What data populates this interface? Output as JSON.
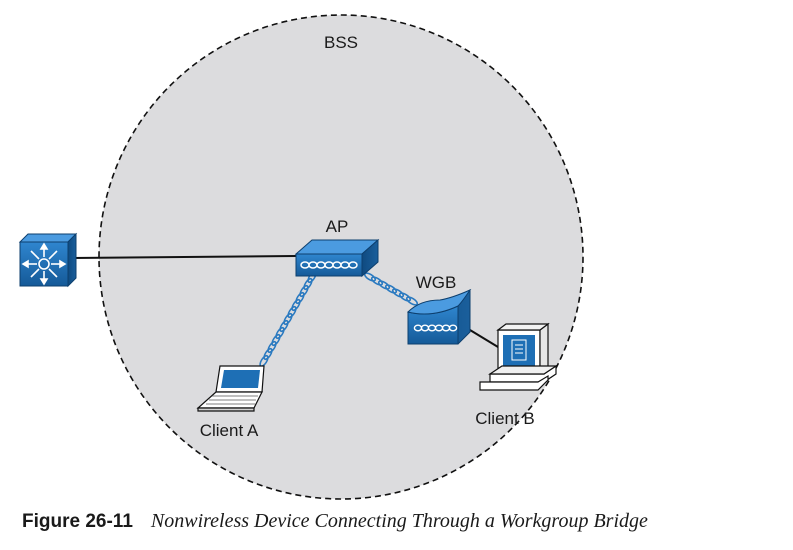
{
  "diagram": {
    "labels": {
      "bss": "BSS",
      "ap": "AP",
      "wgb": "WGB",
      "client_a": "Client A",
      "client_b": "Client B"
    },
    "icons": {
      "switch": "multilayer-switch-icon",
      "ap": "access-point-icon",
      "wgb": "workgroup-bridge-icon",
      "client_a": "laptop-icon",
      "client_b": "desktop-computer-icon"
    },
    "colors": {
      "bss_fill": "#dcdcde",
      "device_blue": "#1e6fb5",
      "signal_blue": "#2b7ac0",
      "link": "#111111"
    }
  },
  "caption": {
    "number": "Figure 26-11",
    "title": "Nonwireless Device Connecting Through a Workgroup Bridge"
  }
}
